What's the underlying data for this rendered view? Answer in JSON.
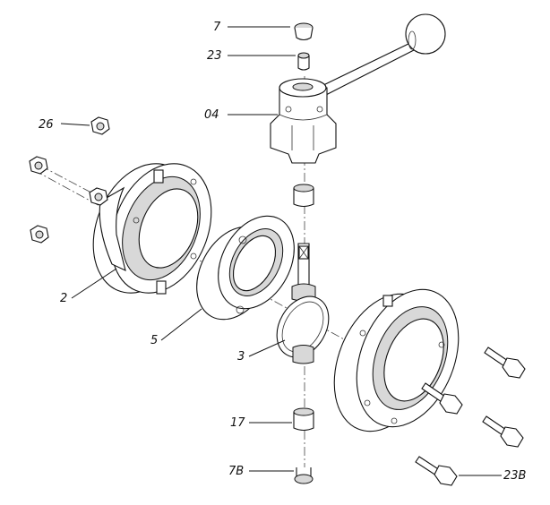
{
  "diagram": {
    "labels": {
      "p7": "7",
      "p23": "23",
      "p04": "04",
      "p26": "26",
      "p2": "2",
      "p5": "5",
      "p3": "3",
      "p17": "17",
      "p7b": "7B",
      "p23b": "23B"
    }
  }
}
